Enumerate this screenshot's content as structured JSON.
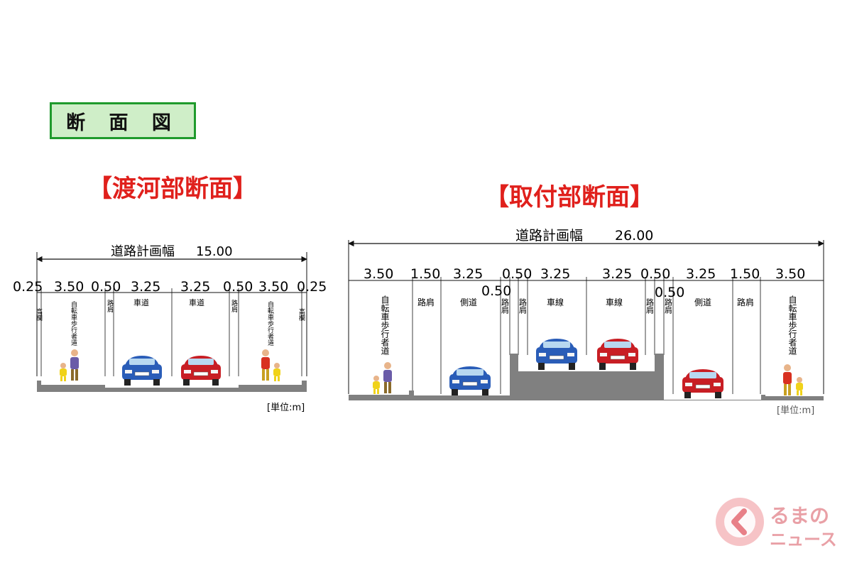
{
  "badge": "断 面 図",
  "left": {
    "title": "【渡河部断面】",
    "total_label": "道路計画幅",
    "total_value": "15.00",
    "dims": [
      "0.25",
      "3.50",
      "0.50",
      "3.25",
      "3.25",
      "0.50",
      "3.50",
      "0.25"
    ],
    "zones": [
      "高欄",
      "自転車歩行者道",
      "路肩",
      "車道",
      "車道",
      "路肩",
      "自転車歩行者道",
      "高欄"
    ],
    "unit": "[単位:m]"
  },
  "right": {
    "title": "【取付部断面】",
    "total_label": "道路計画幅",
    "total_value": "26.00",
    "dims": [
      "3.50",
      "1.50",
      "3.25",
      "0.50",
      "3.25",
      "3.25",
      "0.50",
      "3.25",
      "1.50",
      "3.50"
    ],
    "dims_extra": [
      "0.50",
      "0.50"
    ],
    "zones": [
      "自転車歩行者道",
      "路肩",
      "側道",
      "路肩",
      "路肩",
      "車線",
      "車線",
      "路肩",
      "路肩",
      "側道",
      "路肩",
      "自転車歩行者道"
    ],
    "unit": "[単位:m]"
  },
  "logo": {
    "line1": "るまの",
    "line2": "ニュース"
  },
  "colors": {
    "title_red": "#e0201c",
    "badge_fill": "#cfeec8",
    "badge_border": "#1f9a2c",
    "road": "#808080",
    "car_blue": "#2a5db8",
    "car_red": "#c81e24"
  }
}
